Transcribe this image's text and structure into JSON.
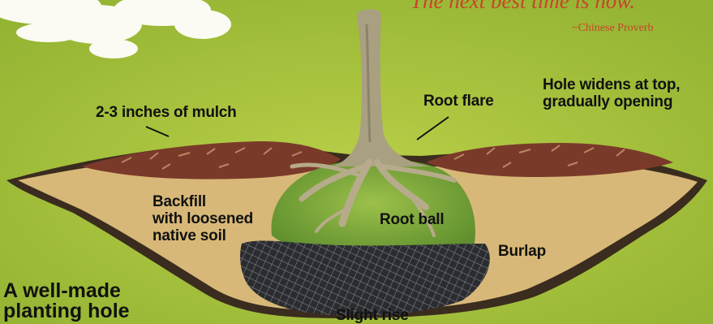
{
  "quote": {
    "text": "The next best time is now.",
    "attribution": "~Chinese Proverb"
  },
  "labels": {
    "mulch": "2-3 inches of mulch",
    "root_flare": "Root flare",
    "hole_widens_line1": "Hole widens at top,",
    "hole_widens_line2": "gradually opening",
    "backfill_line1": "Backfill",
    "backfill_line2": "with loosened",
    "backfill_line3": "native soil",
    "root_ball": "Root ball",
    "burlap": "Burlap",
    "slight_rise": "Slight rise"
  },
  "caption": {
    "line1": "A well-made",
    "line2": "planting hole"
  },
  "colors": {
    "grass": "#a8c23a",
    "quote_text": "#c8442c",
    "soil": "#d8b878",
    "mulch": "#7a3a2a",
    "root_ball": "#7fae3c",
    "burlap": "#2a2a2e",
    "hole_outline": "#3a2c1e"
  }
}
